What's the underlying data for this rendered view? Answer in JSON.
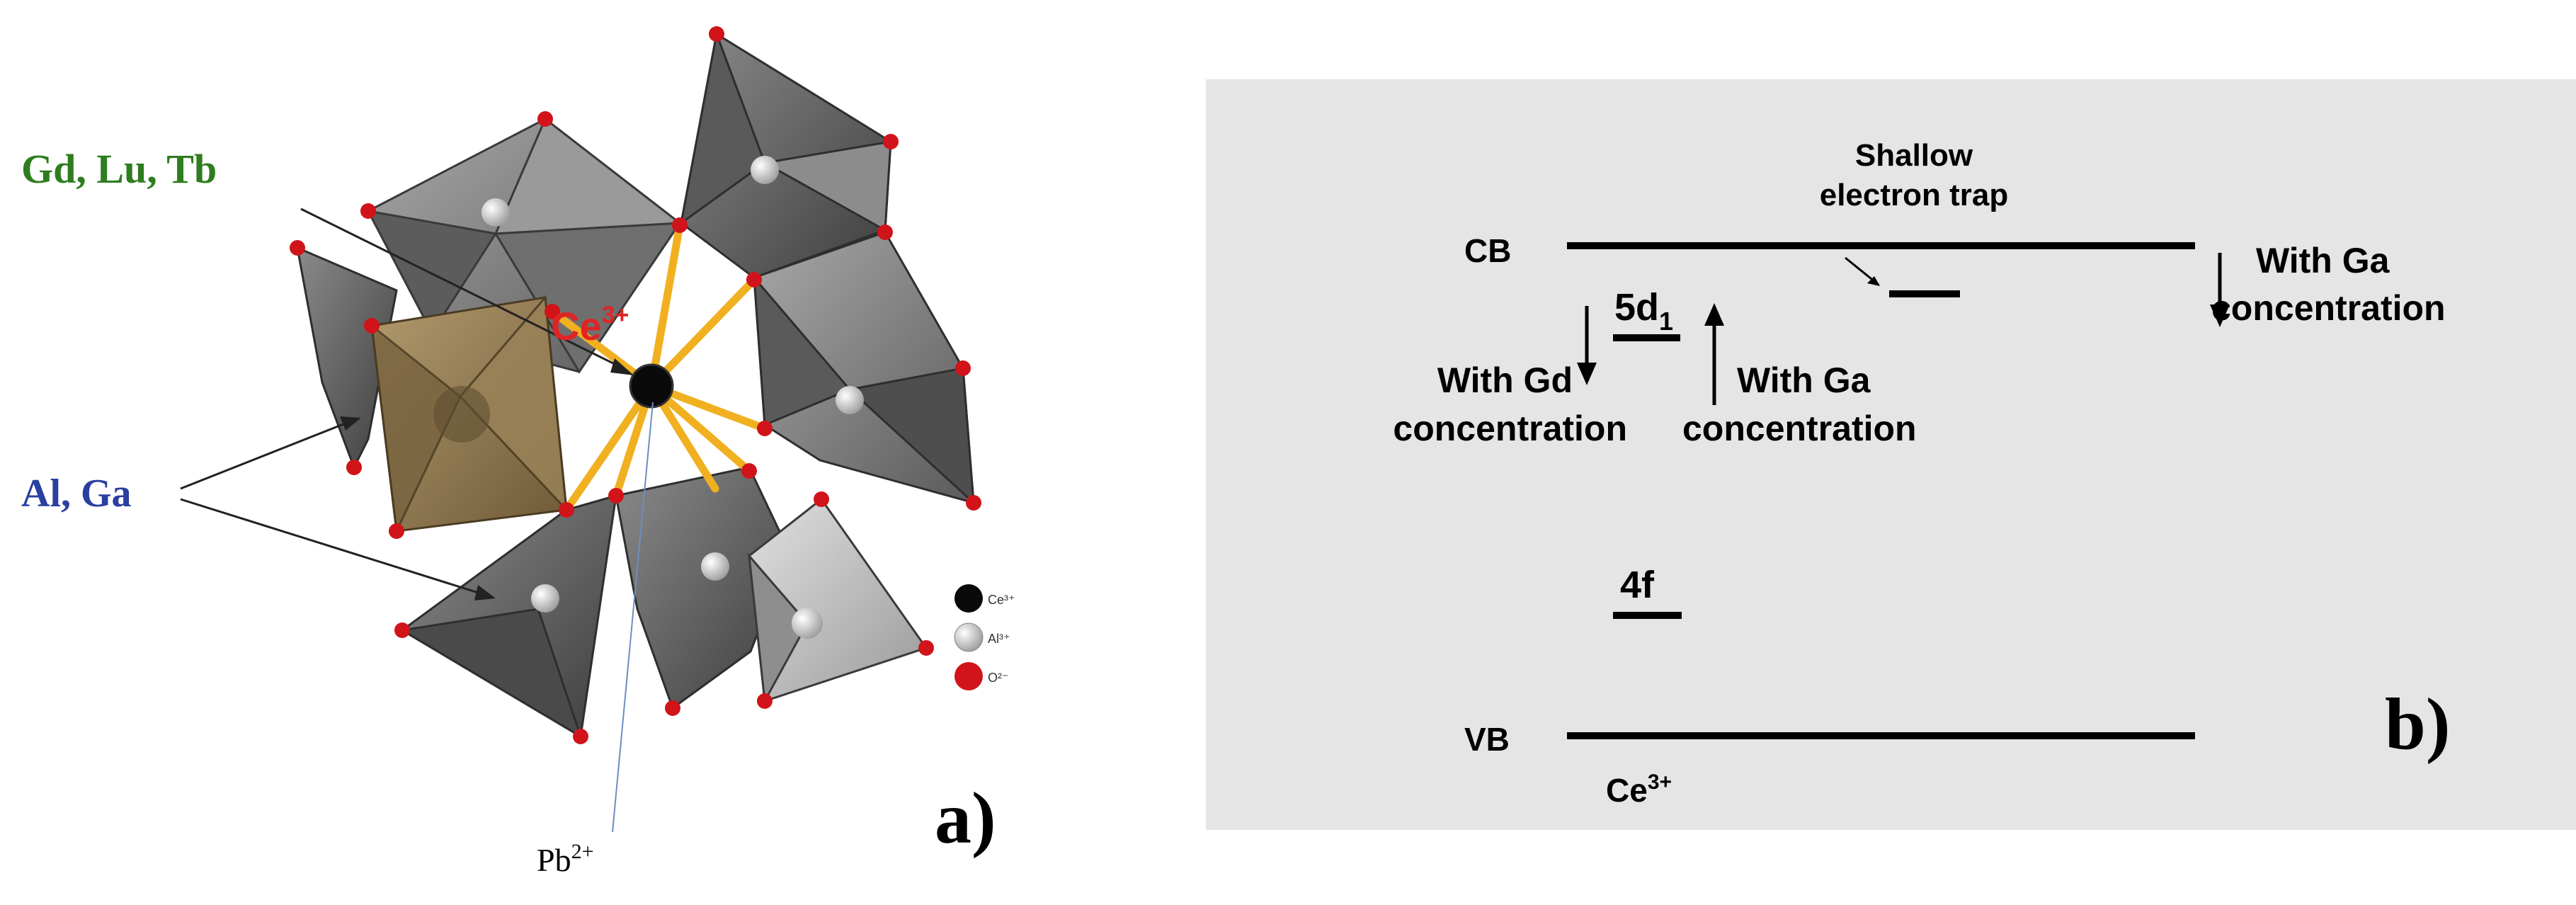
{
  "panel_a": {
    "label_site": "Gd, Lu, Tb",
    "label_ion": "Ce",
    "label_ion_charge": "3+",
    "label_tet": "Al, Ga",
    "label_pb": "Pb",
    "label_pb_charge": "2+",
    "legend": [
      "Ce³⁺",
      "Al³⁺",
      "O²⁻"
    ],
    "panel_letter": "a)",
    "colors": {
      "site_label": "#2e7d1f",
      "ion_label": "#e02424",
      "tet_label": "#2a3fa0",
      "oxygen": "#d0141a",
      "bond": "#f0b020",
      "polyhedron_brown": "#8a7148"
    }
  },
  "panel_b": {
    "cb": "CB",
    "vb": "VB",
    "level_5d": "5d",
    "level_5d_sub": "1",
    "level_4f": "4f",
    "ce": "Ce",
    "ce_charge": "3+",
    "trap_line1": "Shallow",
    "trap_line2": "electron trap",
    "ga_right_line1": "With Ga",
    "ga_right_line2": "concentration",
    "gd_line1": "With Gd",
    "gd_line2": "concentration",
    "ga_mid_line1": "With Ga",
    "ga_mid_line2": "concentration",
    "panel_letter": "b)",
    "colors": {
      "background": "#e5e5e5",
      "ink": "#000000"
    }
  }
}
